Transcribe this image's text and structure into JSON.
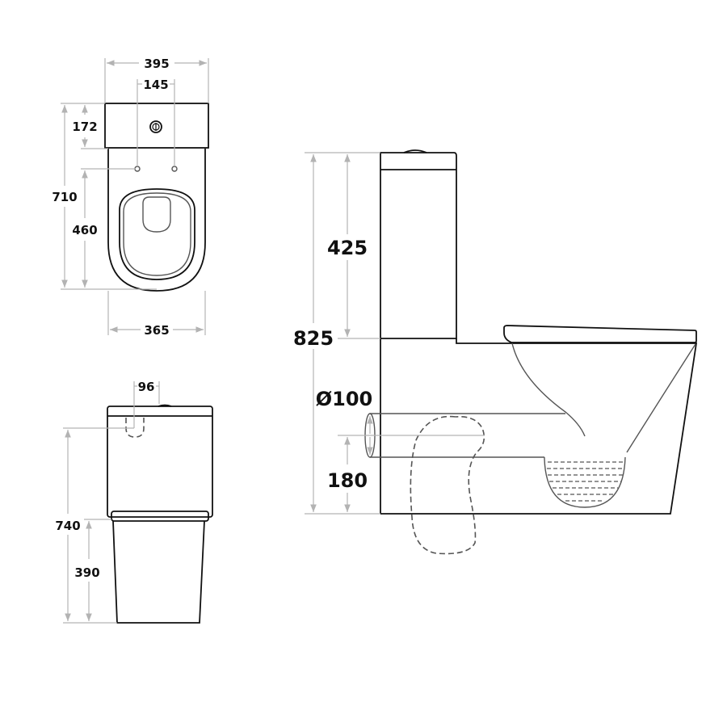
{
  "top_view": {
    "overall_width": "395",
    "inlet_spacing": "145",
    "tank_depth": "172",
    "overall_depth": "710",
    "bowl_depth": "460",
    "bowl_width": "365"
  },
  "front_view": {
    "inlet_offset": "96",
    "overall_height": "740",
    "bowl_height": "390"
  },
  "side_view": {
    "tank_height": "425",
    "total_height": "825",
    "outlet_diameter": "Ø100",
    "outlet_height": "180"
  },
  "colors": {
    "line": "#111111",
    "dimension": "#b3b3b3"
  }
}
